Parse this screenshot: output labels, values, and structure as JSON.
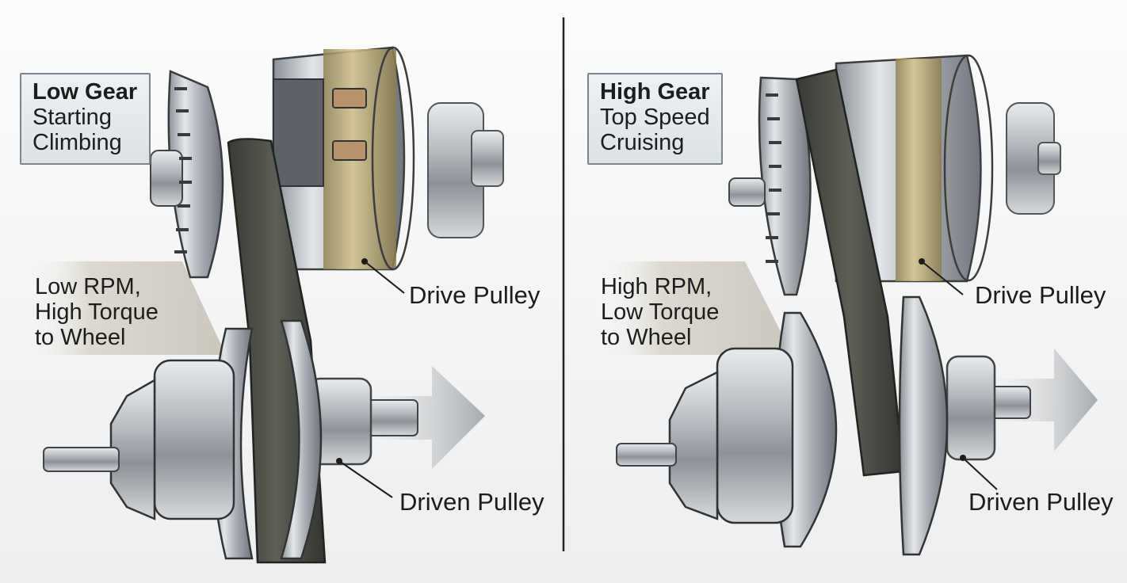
{
  "panels": [
    {
      "gear_title": "Low Gear",
      "gear_lines": [
        "Starting",
        "Climbing"
      ],
      "ratio_lines": [
        "Low RPM,",
        "High Torque",
        "to Wheel"
      ],
      "drive_label": "Drive Pulley",
      "driven_label": "Driven Pulley"
    },
    {
      "gear_title": "High Gear",
      "gear_lines": [
        "Top Speed",
        "Cruising"
      ],
      "ratio_lines": [
        "High RPM,",
        "Low Torque",
        "to Wheel"
      ],
      "drive_label": "Drive Pulley",
      "driven_label": "Driven Pulley"
    }
  ],
  "colors": {
    "steel": "#b8bdc2",
    "brass": "#b9a66f",
    "belt": "#4a4a44",
    "divider": "#222222"
  }
}
